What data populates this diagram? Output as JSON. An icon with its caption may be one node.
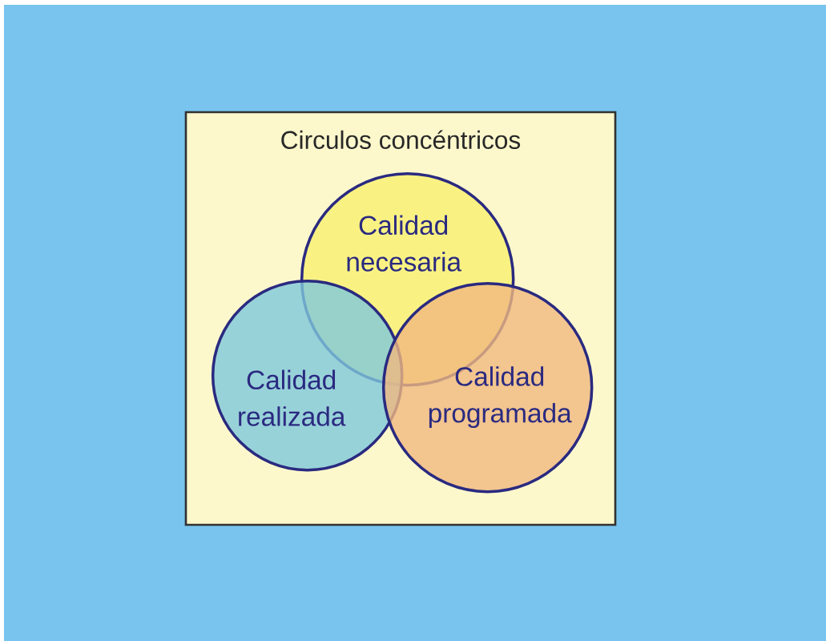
{
  "diagram": {
    "nodes": [
      {
        "text": [
          "Circulos concéntricos"
        ]
      },
      {
        "text": [
          "Calidad necesaria"
        ],
        "in": 0
      },
      {
        "text": [
          "Calidad realizada"
        ],
        "in": 0
      },
      {
        "text": [
          "Calidad programada"
        ],
        "in": 0
      }
    ]
  }
}
